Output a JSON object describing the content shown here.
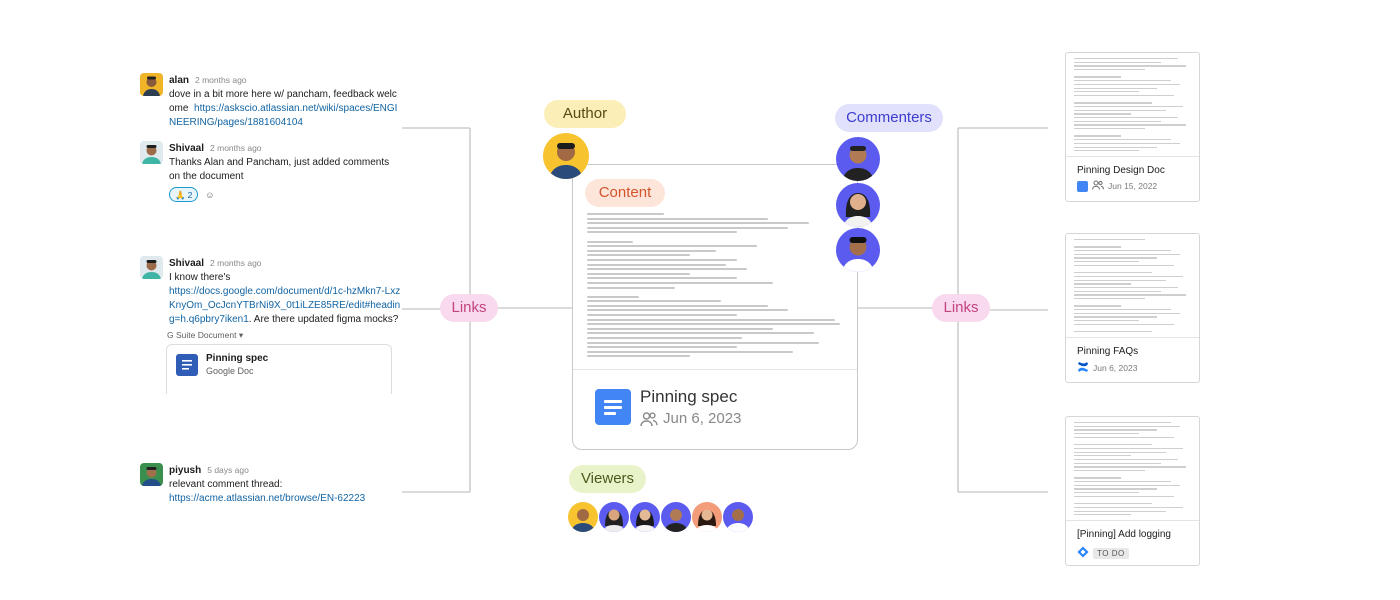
{
  "messages": [
    {
      "author": "alan",
      "time": "2 months ago",
      "text": "dove in a bit more here w/ pancham, feedback welcome",
      "link": "https://askscio.atlassian.net/wiki/spaces/ENGINEERING/pages/1881604104"
    },
    {
      "author": "Shivaal",
      "time": "2 months ago",
      "text": "Thanks Alan and Pancham, just added comments on the document",
      "reaction_emoji": "🙏",
      "reaction_count": "2"
    },
    {
      "author": "Shivaal",
      "time": "2 months ago",
      "text": "I know there's",
      "link": "https://docs.google.com/document/d/1c-hzMkn7-LxzKnyOm_OcJcnYTBrNi9X_0t1iLZE85RE/edit#heading=h.q6pbry7iken1",
      "text_after": ". Are there updated figma mocks?"
    },
    {
      "author": "piyush",
      "time": "5 days ago",
      "text": "relevant comment thread:",
      "link": "https://acme.atlassian.net/browse/EN-62223"
    }
  ],
  "attachment": {
    "source": "G Suite Document",
    "dropdown_icon": "caret-down-icon",
    "title": "Pinning spec",
    "subtitle": "Google Doc"
  },
  "labels": {
    "author": "Author",
    "commenters": "Commenters",
    "content": "Content",
    "viewers": "Viewers",
    "links_left": "Links",
    "links_right": "Links"
  },
  "center_doc": {
    "title": "Pinning spec",
    "date": "Jun 6, 2023",
    "icon": "google-docs-icon",
    "people_icon": "people-icon"
  },
  "related": [
    {
      "title": "Pinning Design Doc",
      "date": "Jun 15, 2022",
      "icon": "google-docs-icon"
    },
    {
      "title": "Pinning FAQs",
      "date": "Jun 6, 2023",
      "icon": "confluence-icon"
    },
    {
      "title": "[Pinning] Add logging",
      "status": "TO DO",
      "icon": "jira-icon"
    }
  ],
  "colors": {
    "author_pill": "#fbeeb6",
    "commenters_pill": "#e1e1fb",
    "content_pill": "#fde5d9",
    "viewers_pill": "#e9f3c9",
    "links_pill": "#f8d9ee",
    "commenter_ring": "#5b5bf0",
    "author_ring": "#f7c32f",
    "link_text": "#1264a3"
  }
}
